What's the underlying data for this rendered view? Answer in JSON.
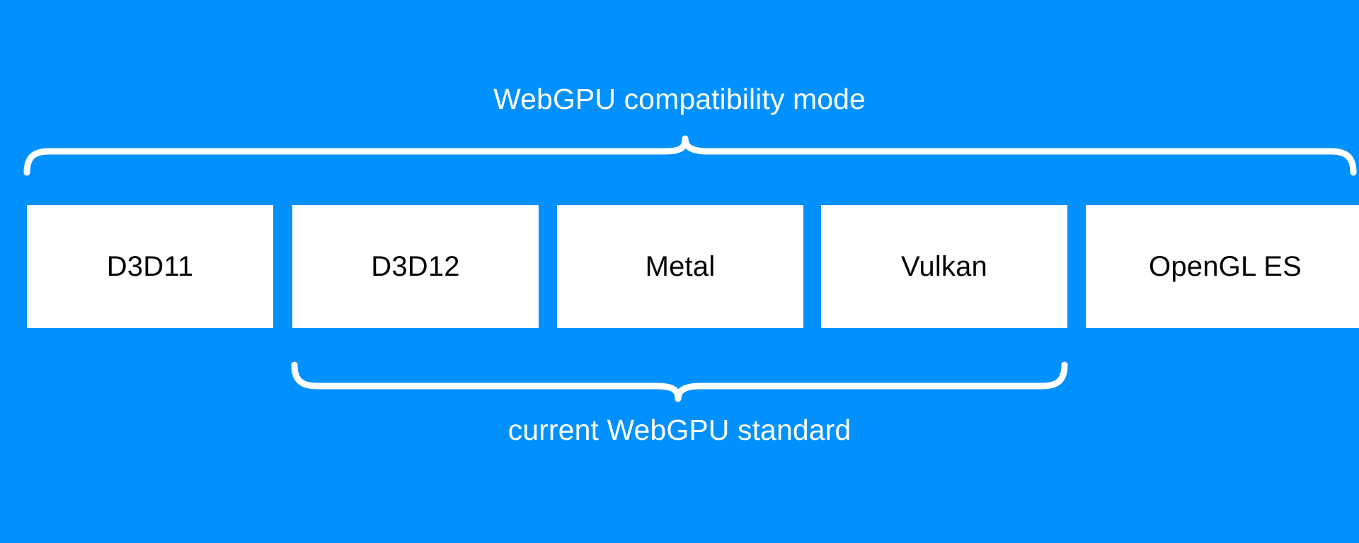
{
  "background_color": "#0091ff",
  "box_fill_color": "#ffffff",
  "box_text_color": "#000000",
  "label_text_color": "#ffffff",
  "brace_color": "#ffffff",
  "top_group": {
    "label": "WebGPU compatibility mode",
    "brace_icon": "curly-brace-up-icon"
  },
  "bottom_group": {
    "label": "current WebGPU standard",
    "brace_icon": "curly-brace-down-icon"
  },
  "boxes": [
    {
      "label": "D3D11"
    },
    {
      "label": "D3D12"
    },
    {
      "label": "Metal"
    },
    {
      "label": "Vulkan"
    },
    {
      "label": "OpenGL ES"
    }
  ]
}
